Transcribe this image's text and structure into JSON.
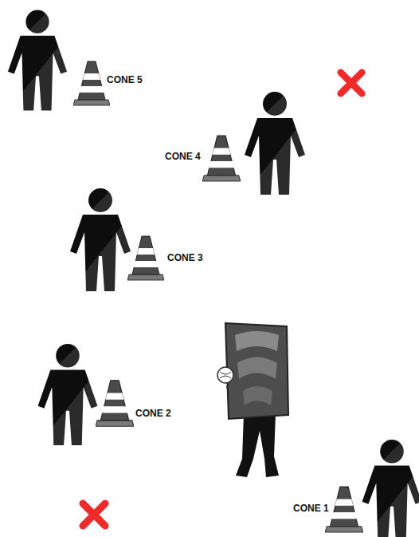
{
  "diagram": {
    "labels": [
      "CONE 5",
      "CONE 4",
      "CONE 3",
      "CONE 2",
      "CONE 1"
    ]
  }
}
